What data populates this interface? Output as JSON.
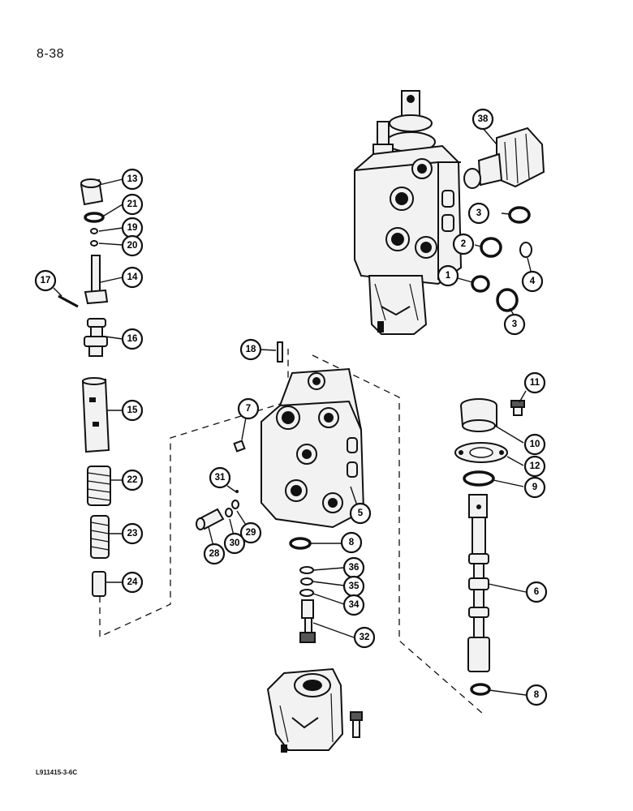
{
  "page": {
    "number": "8-38",
    "drawing_code": "L911415-3-6C"
  },
  "callouts": {
    "c1": "1",
    "c2": "2",
    "c3a": "3",
    "c3b": "3",
    "c4": "4",
    "c5": "5",
    "c6": "6",
    "c7": "7",
    "c8a": "8",
    "c8b": "8",
    "c9": "9",
    "c10": "10",
    "c11": "11",
    "c12": "12",
    "c13": "13",
    "c14": "14",
    "c15": "15",
    "c16": "16",
    "c17": "17",
    "c18": "18",
    "c19": "19",
    "c20": "20",
    "c21": "21",
    "c22": "22",
    "c23": "23",
    "c24": "24",
    "c28": "28",
    "c29": "29",
    "c30": "30",
    "c31": "31",
    "c32": "32",
    "c34": "34",
    "c35": "35",
    "c36": "36",
    "c38": "38"
  }
}
